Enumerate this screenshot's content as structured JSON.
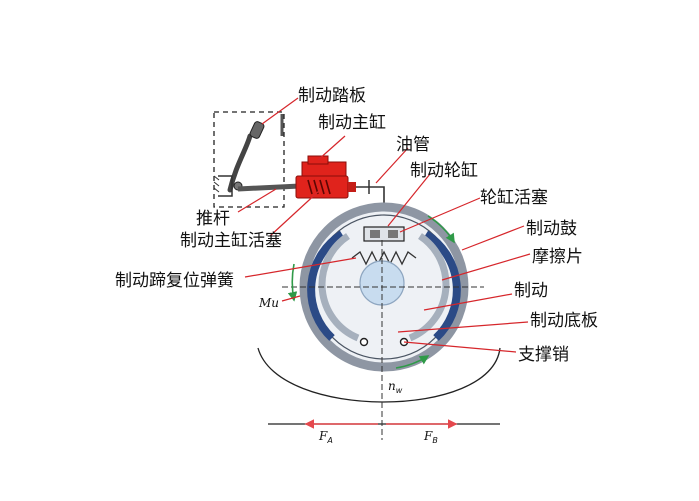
{
  "labels": {
    "pedal": "制动踏板",
    "master_cylinder": "制动主缸",
    "oil_pipe": "油管",
    "wheel_cylinder": "制动轮缸",
    "wheel_piston": "轮缸活塞",
    "drum": "制动鼓",
    "friction_pad": "摩擦片",
    "return_spring": "制动蹄复位弹簧",
    "shoe": "制动",
    "backing_plate": "制动底板",
    "support_pin": "支撑销",
    "push_rod": "推杆",
    "master_piston": "制动主缸活塞"
  },
  "symbols": {
    "torque": "Mu",
    "speed": "n",
    "speed_sub": "w",
    "force_a": "F",
    "force_a_sub": "A",
    "force_b": "F",
    "force_b_sub": "B"
  },
  "colors": {
    "master_cylinder_red": "#e0231c",
    "drum_ring": "#8e96a3",
    "friction_blue": "#2b4a86",
    "hub_blue": "#c8dcef",
    "leader_red": "#d6262b",
    "arrow_green": "#2f9a48",
    "ground_red": "#e5484d"
  }
}
